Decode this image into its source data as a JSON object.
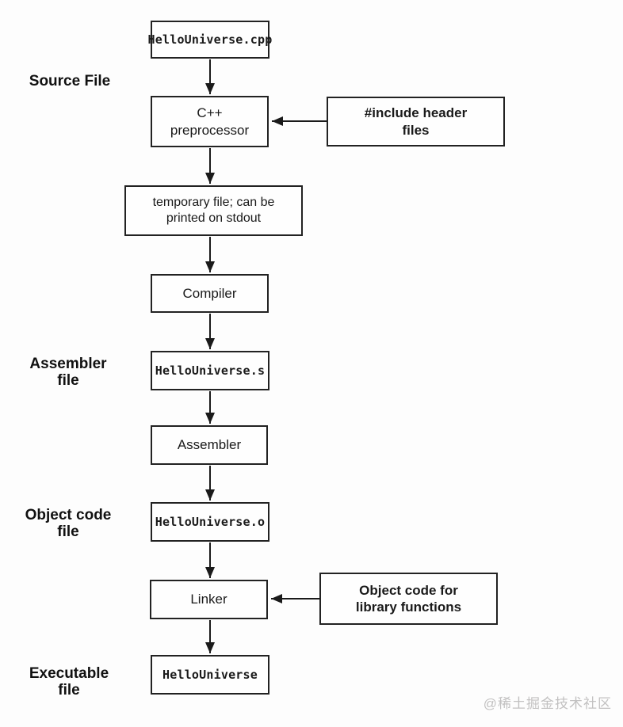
{
  "diagram_title": "C++ compilation process flowchart",
  "colors": {
    "background": "#fdfdfd",
    "box_border": "#222222",
    "text": "#1a1a1a",
    "watermark": "#c2c1c1"
  },
  "side_labels": {
    "source": "Source File",
    "assembler": "Assembler\nfile",
    "object_code": "Object code\nfile",
    "executable": "Executable\nfile"
  },
  "boxes": {
    "source_file": "HelloUniverse.cpp",
    "preprocessor": "C++\npreprocessor",
    "include_headers": "#include header\nfiles",
    "temp_file": "temporary file; can be\nprinted on stdout",
    "compiler": "Compiler",
    "assembler_file": "HelloUniverse.s",
    "assembler": "Assembler",
    "object_file": "HelloUniverse.o",
    "linker": "Linker",
    "library_objects": "Object code for\nlibrary functions",
    "executable_file": "HelloUniverse"
  },
  "watermark": "@稀土掘金技术社区"
}
